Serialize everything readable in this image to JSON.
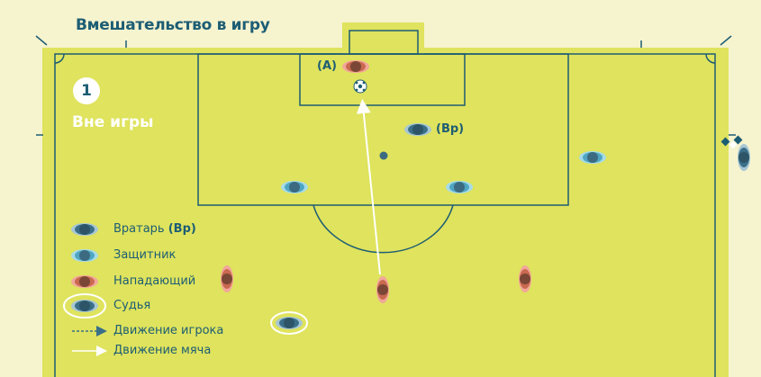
{
  "title": "Вмешательство в игру",
  "scenario": {
    "number": "1",
    "label": "Вне игры"
  },
  "tags": {
    "attacker": "(A)",
    "goalkeeper": "(Вр)"
  },
  "legend": {
    "goalkeeper_label": "Вратарь",
    "goalkeeper_abbr": "(Вр)",
    "defender": "Защитник",
    "attacker": "Нападающий",
    "referee": "Судья",
    "player_movement": "Движение игрока",
    "ball_movement": "Движение мяча"
  },
  "colors": {
    "pitch": "#dfe35d",
    "lines": "#1d5d74",
    "background": "#f6f3cf",
    "goalkeeper": "#3b6f88",
    "defender": "#4fa6c2",
    "attacker": "#c9694f",
    "title": "#1d5d74"
  },
  "icons": [
    "goalkeeper-icon",
    "defender-icon",
    "attacker-icon",
    "referee-icon",
    "ball-icon",
    "corner-flag-icon"
  ]
}
